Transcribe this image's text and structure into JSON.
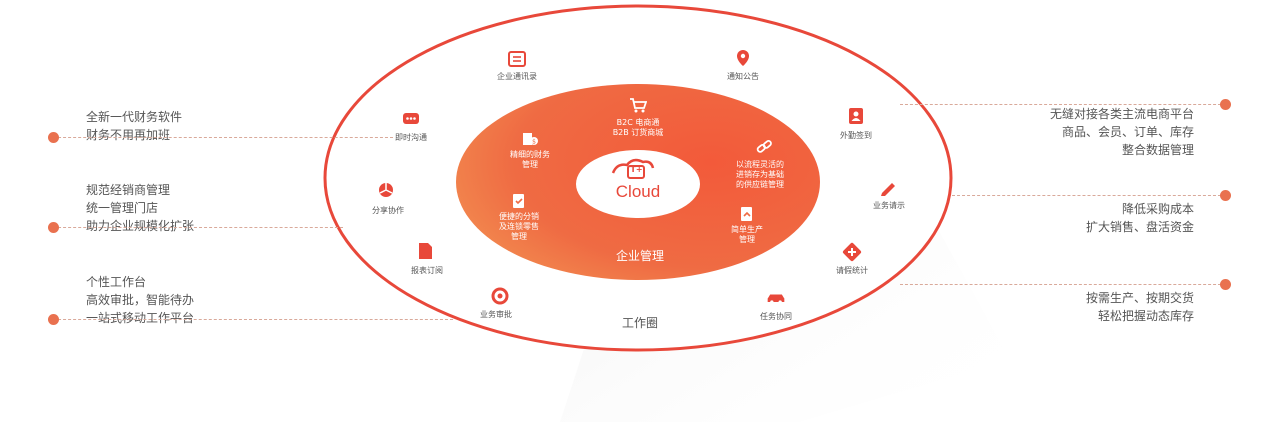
{
  "diagram": {
    "core_logo": "Cloud",
    "core_logo_mark": "T+",
    "inner_ring_label": "企业管理",
    "outer_ring_label": "工作圈",
    "inner_items": [
      {
        "label": "B2C 电商通\nB2B 订货商城",
        "icon": "cart-icon"
      },
      {
        "label": "精细的财务\n管理",
        "icon": "finance-icon"
      },
      {
        "label": "以流程灵活的\n进销存为基础\n的供应链管理",
        "icon": "link-icon"
      },
      {
        "label": "便捷的分销\n及连锁零售\n管理",
        "icon": "retail-icon"
      },
      {
        "label": "简单生产\n管理",
        "icon": "production-icon"
      }
    ],
    "outer_items": [
      {
        "label": "企业通讯录",
        "icon": "contacts-icon"
      },
      {
        "label": "通知公告",
        "icon": "location-pin-icon"
      },
      {
        "label": "即时沟通",
        "icon": "chat-icon"
      },
      {
        "label": "外勤签到",
        "icon": "badge-icon"
      },
      {
        "label": "分享协作",
        "icon": "share-icon"
      },
      {
        "label": "业务请示",
        "icon": "pen-icon"
      },
      {
        "label": "报表订阅",
        "icon": "report-icon"
      },
      {
        "label": "请假统计",
        "icon": "leave-icon"
      },
      {
        "label": "业务审批",
        "icon": "approval-icon"
      },
      {
        "label": "任务协同",
        "icon": "car-icon"
      }
    ]
  },
  "left_notes": [
    "全新一代财务软件\n财务不用再加班",
    "规范经销商管理\n统一管理门店\n助力企业规模化扩张",
    "个性工作台\n高效审批，智能待办\n一站式移动工作平台"
  ],
  "right_notes": [
    "无缝对接各类主流电商平台\n商品、会员、订单、库存\n整合数据管理",
    "降低采购成本\n扩大销售、盘活资金",
    "按需生产、按期交货\n轻松把握动态库存"
  ],
  "colors": {
    "accent": "#e9714f",
    "ring_red": "#e8483a",
    "ring_orange": "#f07a4a",
    "text": "#555555"
  }
}
